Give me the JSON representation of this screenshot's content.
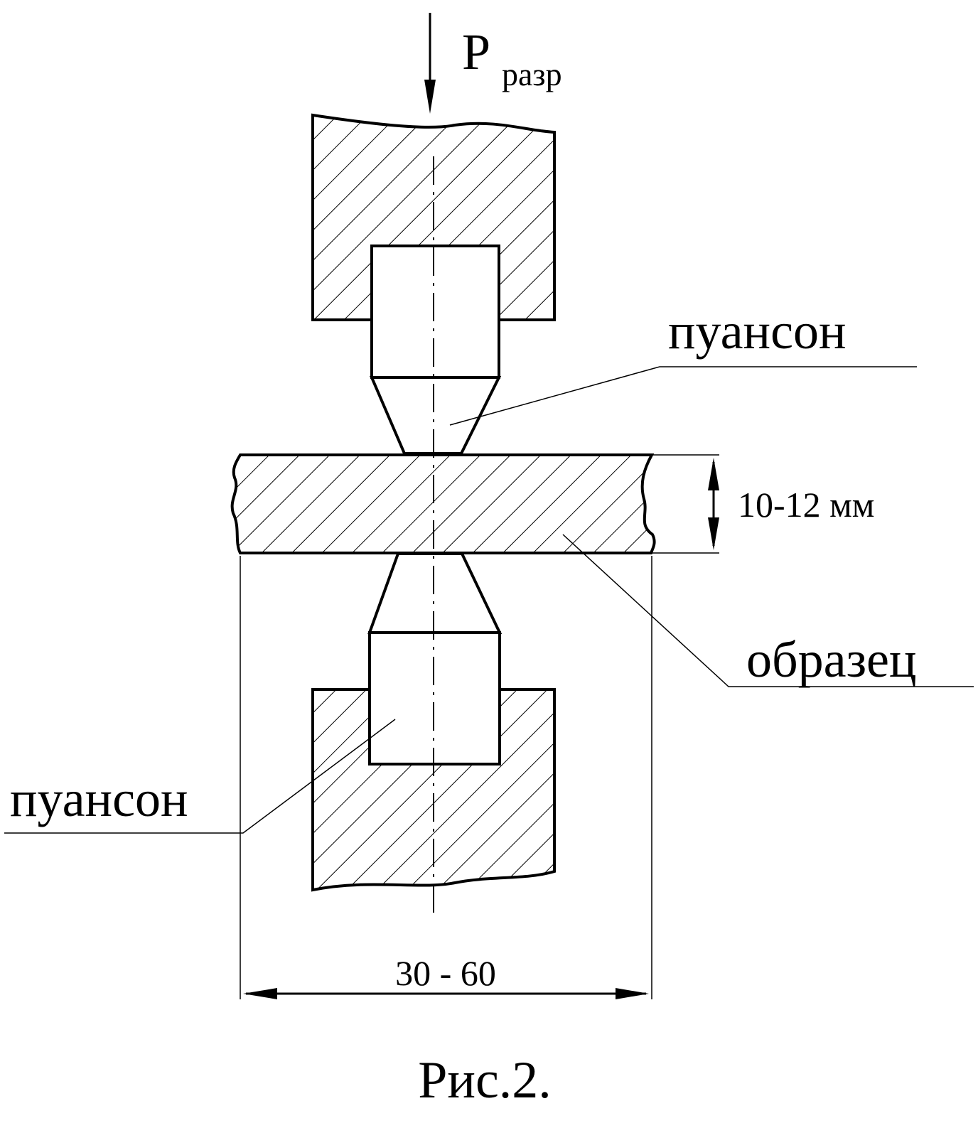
{
  "labels": {
    "force_main": "P",
    "force_sub": "разр",
    "punch_top": "пуансон",
    "punch_bottom": "пуансон",
    "specimen": "образец",
    "thickness": "10-12 мм",
    "width": "30 - 60",
    "caption": "Рис.2."
  },
  "colors": {
    "ink": "#000000",
    "paper": "#ffffff"
  }
}
